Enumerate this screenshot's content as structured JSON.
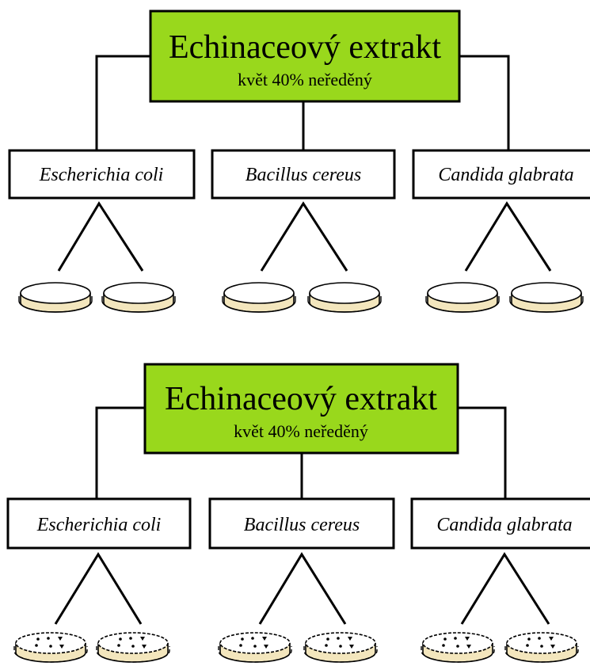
{
  "colors": {
    "root_fill": "#99d81c",
    "box_stroke": "#000000",
    "dish_body": "#f3e6bd",
    "dish_lid": "#ffffff",
    "line": "#000000"
  },
  "panels": [
    {
      "root": {
        "title": "Echinaceový extrakt",
        "subtitle": "květ 40% neředěný"
      },
      "organisms": [
        {
          "label": "Escherichia coli",
          "dishes": 2,
          "dish_style": "plain"
        },
        {
          "label": "Bacillus cereus",
          "dishes": 2,
          "dish_style": "plain"
        },
        {
          "label": "Candida glabrata",
          "dishes": 2,
          "dish_style": "plain"
        }
      ]
    },
    {
      "root": {
        "title": "Echinaceový extrakt",
        "subtitle": "květ 40% neředěný"
      },
      "organisms": [
        {
          "label": "Escherichia coli",
          "dishes": 2,
          "dish_style": "dotted"
        },
        {
          "label": "Bacillus cereus",
          "dishes": 2,
          "dish_style": "dotted"
        },
        {
          "label": "Candida glabrata",
          "dishes": 2,
          "dish_style": "dotted"
        }
      ]
    }
  ]
}
